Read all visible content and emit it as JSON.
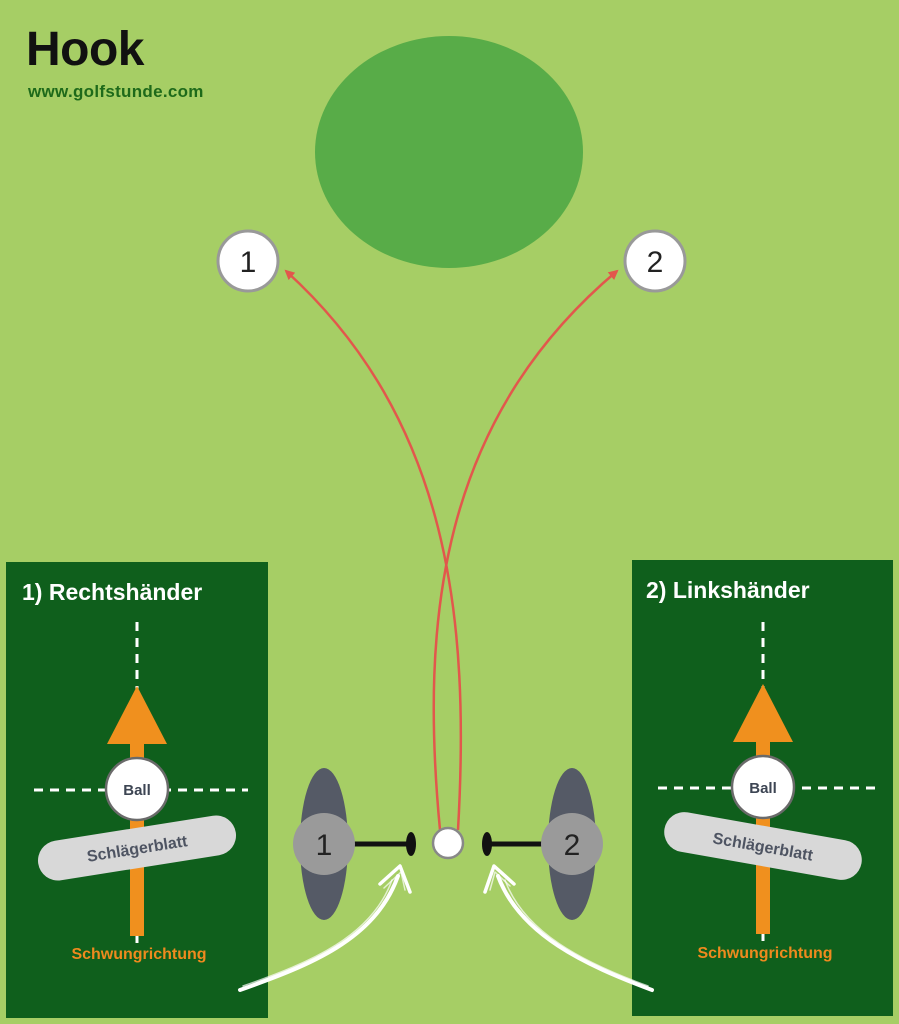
{
  "header": {
    "title": "Hook",
    "url": "www.golfstunde.com"
  },
  "targets": [
    {
      "label": "1"
    },
    {
      "label": "2"
    }
  ],
  "players": [
    {
      "label": "1"
    },
    {
      "label": "2"
    }
  ],
  "panels": [
    {
      "title": "1) Rechtshänder",
      "ball_label": "Ball",
      "club_face_label": "Schlägerblatt",
      "swing_label": "Schwungrichtung"
    },
    {
      "title": "2) Linkshänder",
      "ball_label": "Ball",
      "club_face_label": "Schlägerblatt",
      "swing_label": "Schwungrichtung"
    }
  ],
  "colors": {
    "fairway": "#a6ce65",
    "green": "#58ac48",
    "panel": "#0f5f1c",
    "trajectory": "#e2574c",
    "swing_arrow": "#f0901e",
    "player_body": "#555a66",
    "player_head": "#9a9a9a"
  }
}
